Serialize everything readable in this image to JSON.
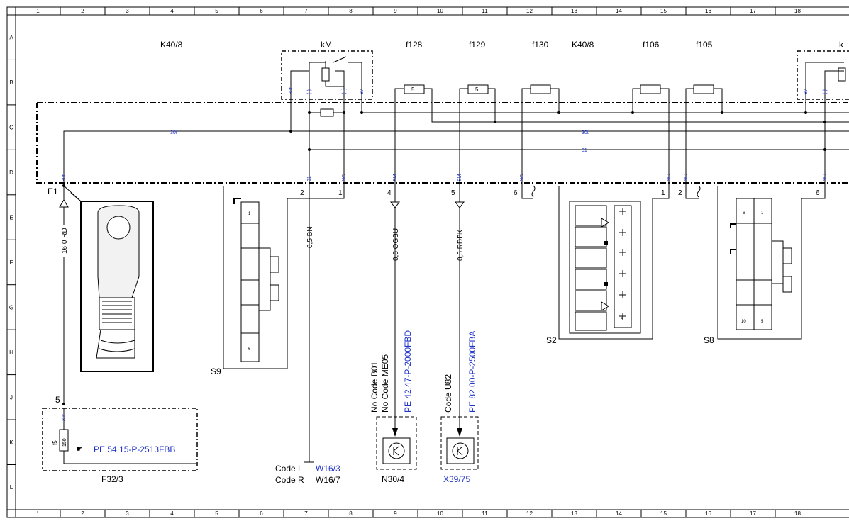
{
  "grid": {
    "columns": [
      "1",
      "2",
      "3",
      "4",
      "5",
      "6",
      "7",
      "8",
      "9",
      "10",
      "11",
      "12",
      "13",
      "14",
      "15",
      "16",
      "17",
      "18"
    ],
    "rows": [
      "A",
      "B",
      "C",
      "D",
      "E",
      "F",
      "G",
      "H",
      "J",
      "K",
      "L"
    ]
  },
  "components": {
    "k40_8_left": "K40/8",
    "km": "kM",
    "f128": "f128",
    "f129": "f129",
    "f130": "f130",
    "k40_8_right": "K40/8",
    "f106": "f106",
    "f105": "f105",
    "km_right": "k",
    "e1": "E1",
    "s9": "S9",
    "s2": "S2",
    "s8": "S8",
    "f32_3": "F32/3",
    "n30_4": "N30/4",
    "x39_75": "X39/75",
    "f5": "f5",
    "f5_rating": "150"
  },
  "fuse_values": {
    "f128": "5",
    "f129": "5"
  },
  "relay_pins": {
    "p30t": "30t",
    "pminus": "(-)",
    "pplus": "(+)",
    "p87": "87",
    "r87": "87",
    "rminus": "(-)"
  },
  "wire_labels": {
    "w30t_main": "30t",
    "w30t_right": "30t",
    "w31_right": "31",
    "e1_pin": "30t",
    "pin31": "31",
    "pinNC_a": "NC",
    "pinSM_a": "SM",
    "pinSM_b": "SM",
    "pinNC_b": "NC",
    "pinNC_c": "NC",
    "pinNC_d": "NC",
    "pinNC_e": "NC",
    "f32_pin": "30t"
  },
  "wires": {
    "rd": "16,0 RD",
    "bn": "0,5 BN",
    "ogbu": "0,5 OGBU",
    "rdbk": "0,5 RDBK"
  },
  "connector_pins": {
    "c2": "2",
    "c1": "1",
    "c4": "4",
    "c5": "5",
    "c6": "6",
    "s2_1": "1",
    "s2_2": "2",
    "s8_6": "6",
    "e1_5": "5"
  },
  "switch_pins": {
    "s9_1": "1",
    "s9_6": "6",
    "s8_6": "6",
    "s8_1": "1",
    "s8_10": "10",
    "s8_5": "5",
    "s2_6": "6"
  },
  "references": {
    "f32": "PE 54.15-P-2513FBB",
    "n30_codes": [
      "No Code B01",
      "No Code ME05"
    ],
    "n30_pe": "PE 42.47-P-2000FBD",
    "x39_code": "Code U82",
    "x39_pe": "PE 82.00-P-2500FBA",
    "code_l": "Code L",
    "code_l_ref": "W16/3",
    "code_r": "Code R",
    "code_r_ref": "W16/7"
  },
  "colors": {
    "link_blue": "#1f33c8",
    "line": "#000000"
  }
}
